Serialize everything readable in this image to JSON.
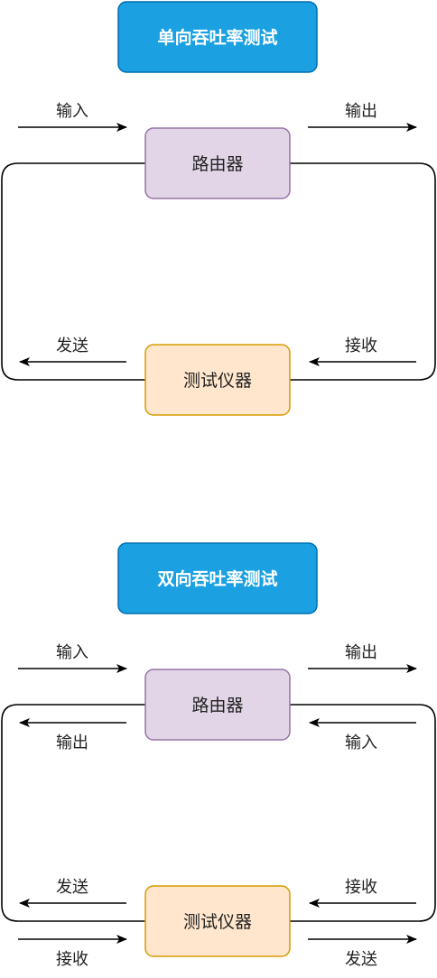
{
  "colors": {
    "title_fill": "#1BA1E2",
    "title_stroke": "#006EAF",
    "router_fill": "#E1D5E7",
    "router_stroke": "#9673A6",
    "tester_fill": "#FFE6CC",
    "tester_stroke": "#D79B00",
    "line": "#000000"
  },
  "top": {
    "title": "单向吞吐率测试",
    "router": "路由器",
    "tester": "测试仪器",
    "labels": {
      "in_left": "输入",
      "out_right": "输出",
      "send_left": "发送",
      "recv_right": "接收"
    }
  },
  "bottom": {
    "title": "双向吞吐率测试",
    "router": "路由器",
    "tester": "测试仪器",
    "labels": {
      "in_left": "输入",
      "out_right": "输出",
      "out_left": "输出",
      "in_right": "输入",
      "send_left": "发送",
      "recv_right": "接收",
      "recv_left": "接收",
      "send_right": "发送"
    }
  }
}
